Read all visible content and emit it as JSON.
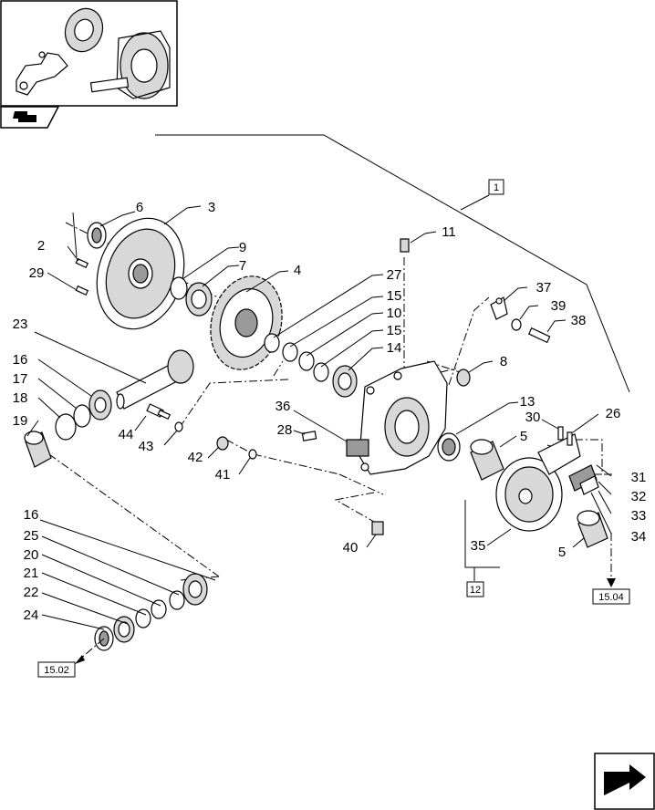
{
  "callouts": [
    {
      "id": "c1",
      "text": "1"
    },
    {
      "id": "c2",
      "text": "2"
    },
    {
      "id": "c3",
      "text": "3"
    },
    {
      "id": "c4",
      "text": "4"
    },
    {
      "id": "c5a",
      "text": "5"
    },
    {
      "id": "c5b",
      "text": "5"
    },
    {
      "id": "c6",
      "text": "6"
    },
    {
      "id": "c7",
      "text": "7"
    },
    {
      "id": "c8",
      "text": "8"
    },
    {
      "id": "c9",
      "text": "9"
    },
    {
      "id": "c10",
      "text": "10"
    },
    {
      "id": "c11",
      "text": "11"
    },
    {
      "id": "c12",
      "text": "12"
    },
    {
      "id": "c13",
      "text": "13"
    },
    {
      "id": "c14",
      "text": "14"
    },
    {
      "id": "c15a",
      "text": "15"
    },
    {
      "id": "c15b",
      "text": "15"
    },
    {
      "id": "c16a",
      "text": "16"
    },
    {
      "id": "c16b",
      "text": "16"
    },
    {
      "id": "c17",
      "text": "17"
    },
    {
      "id": "c18",
      "text": "18"
    },
    {
      "id": "c19",
      "text": "19"
    },
    {
      "id": "c20",
      "text": "20"
    },
    {
      "id": "c21",
      "text": "21"
    },
    {
      "id": "c22",
      "text": "22"
    },
    {
      "id": "c23",
      "text": "23"
    },
    {
      "id": "c24",
      "text": "24"
    },
    {
      "id": "c25",
      "text": "25"
    },
    {
      "id": "c26",
      "text": "26"
    },
    {
      "id": "c27",
      "text": "27"
    },
    {
      "id": "c28",
      "text": "28"
    },
    {
      "id": "c29",
      "text": "29"
    },
    {
      "id": "c30",
      "text": "30"
    },
    {
      "id": "c31",
      "text": "31"
    },
    {
      "id": "c32",
      "text": "32"
    },
    {
      "id": "c33",
      "text": "33"
    },
    {
      "id": "c34",
      "text": "34"
    },
    {
      "id": "c35",
      "text": "35"
    },
    {
      "id": "c36",
      "text": "36"
    },
    {
      "id": "c37",
      "text": "37"
    },
    {
      "id": "c38",
      "text": "38"
    },
    {
      "id": "c39",
      "text": "39"
    },
    {
      "id": "c40",
      "text": "40"
    },
    {
      "id": "c41",
      "text": "41"
    },
    {
      "id": "c42",
      "text": "42"
    },
    {
      "id": "c43",
      "text": "43"
    },
    {
      "id": "c44",
      "text": "44"
    }
  ],
  "references": [
    {
      "id": "ref1504",
      "text": "15.04"
    },
    {
      "id": "ref1502",
      "text": "15.02"
    }
  ],
  "icons": {
    "overview": "assembly-thumbnail-icon",
    "nav_back": "previous-page-icon",
    "nav_next": "next-page-icon"
  }
}
